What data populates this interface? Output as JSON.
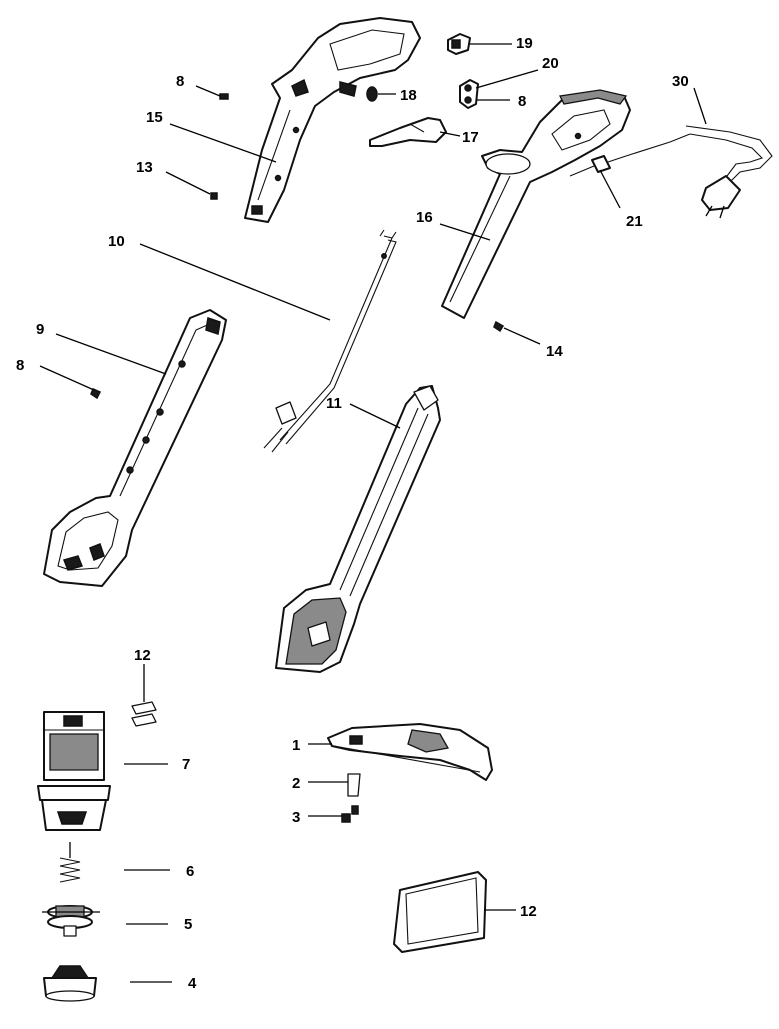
{
  "callouts": [
    {
      "id": "c1",
      "label": "1"
    },
    {
      "id": "c2",
      "label": "2"
    },
    {
      "id": "c3",
      "label": "3"
    },
    {
      "id": "c4",
      "label": "4"
    },
    {
      "id": "c5",
      "label": "5"
    },
    {
      "id": "c6",
      "label": "6"
    },
    {
      "id": "c7",
      "label": "7"
    },
    {
      "id": "c8a",
      "label": "8"
    },
    {
      "id": "c8b",
      "label": "8"
    },
    {
      "id": "c8c",
      "label": "8"
    },
    {
      "id": "c9",
      "label": "9"
    },
    {
      "id": "c10",
      "label": "10"
    },
    {
      "id": "c11",
      "label": "11"
    },
    {
      "id": "c12a",
      "label": "12"
    },
    {
      "id": "c12b",
      "label": "12"
    },
    {
      "id": "c13",
      "label": "13"
    },
    {
      "id": "c14",
      "label": "14"
    },
    {
      "id": "c15",
      "label": "15"
    },
    {
      "id": "c16",
      "label": "16"
    },
    {
      "id": "c17",
      "label": "17"
    },
    {
      "id": "c18",
      "label": "18"
    },
    {
      "id": "c19",
      "label": "19"
    },
    {
      "id": "c20",
      "label": "20"
    },
    {
      "id": "c21",
      "label": "21"
    },
    {
      "id": "c30",
      "label": "30"
    }
  ]
}
